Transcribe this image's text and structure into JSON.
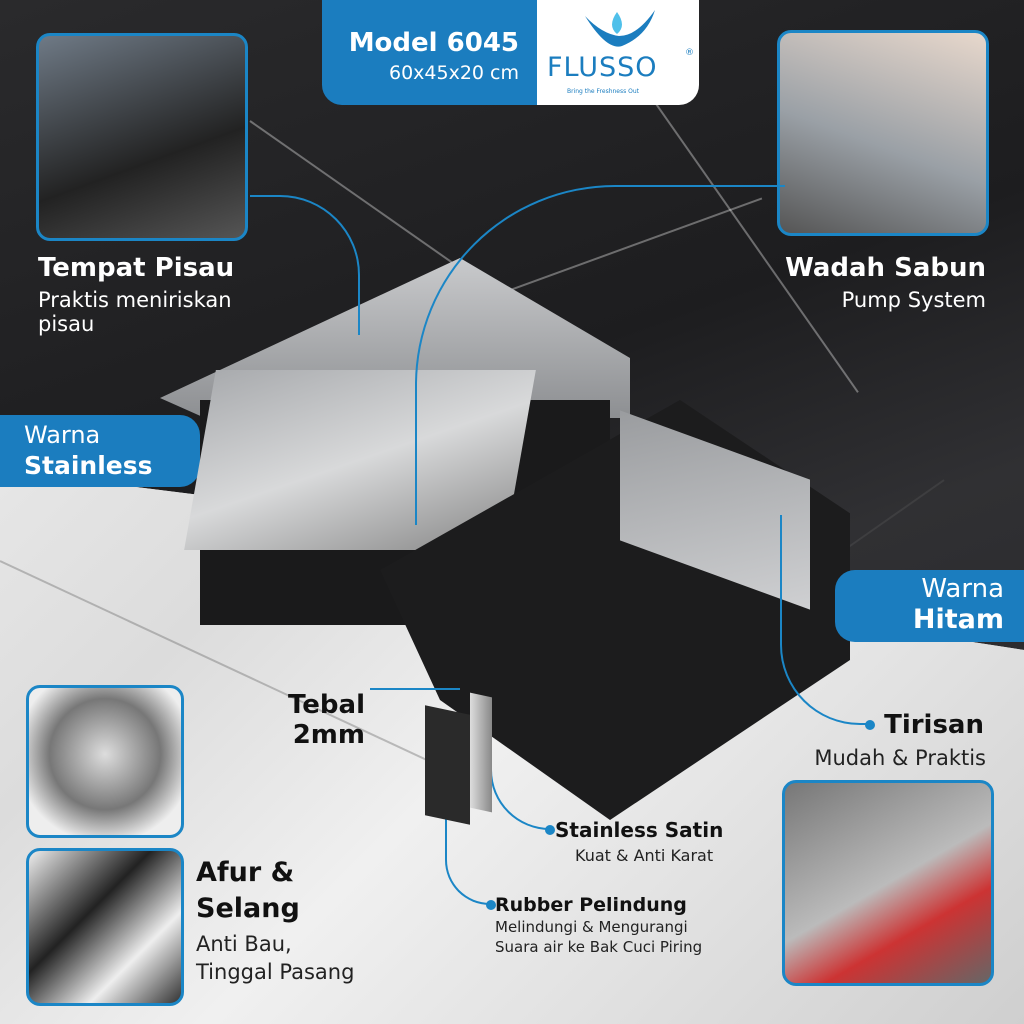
{
  "header": {
    "model": "Model 6045",
    "dimensions": "60x45x20 cm",
    "brand": "FLUSSO",
    "registered": "®",
    "tagline": "Bring the Freshness Out"
  },
  "features": {
    "knife": {
      "title": "Tempat Pisau",
      "desc": "Praktis meniriskan pisau"
    },
    "soap": {
      "title": "Wadah Sabun",
      "desc": "Pump System"
    },
    "color_stainless": {
      "label": "Warna",
      "value": "Stainless"
    },
    "color_black": {
      "label": "Warna",
      "value": "Hitam"
    },
    "strainer": {
      "title": "Tirisan",
      "desc": "Mudah & Praktis"
    },
    "thickness": {
      "title": "Tebal",
      "value": "2mm"
    },
    "satin": {
      "title": "Stainless Satin",
      "desc": "Kuat & Anti Karat"
    },
    "rubber": {
      "title": "Rubber Pelindung",
      "desc1": "Melindungi & Mengurangi",
      "desc2": "Suara air ke Bak Cuci Piring"
    },
    "drain": {
      "title1": "Afur &",
      "title2": "Selang",
      "desc1": "Anti Bau,",
      "desc2": "Tinggal Pasang"
    }
  },
  "colors": {
    "accent": "#1b7dbf"
  }
}
